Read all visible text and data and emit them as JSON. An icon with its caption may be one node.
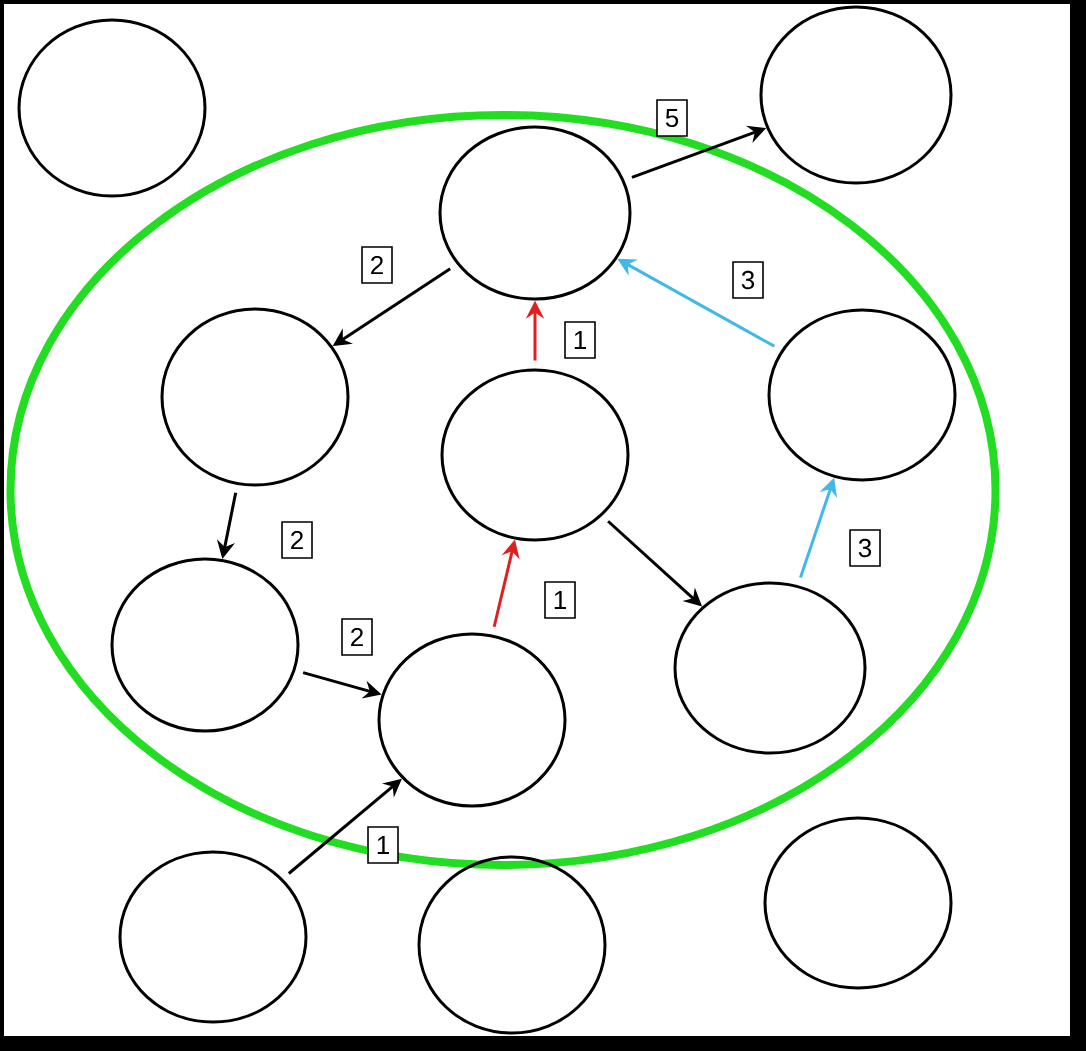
{
  "diagram": {
    "nodes": [
      {
        "text": [],
        "shape": "ellipse"
      },
      {
        "text": [],
        "shape": "circle"
      },
      {
        "text": [],
        "shape": "circle"
      },
      {
        "text": [],
        "shape": "circle",
        "in": 0
      },
      {
        "text": [],
        "shape": "circle",
        "in": 0
      },
      {
        "text": [],
        "shape": "circle",
        "in": 0
      },
      {
        "text": [],
        "shape": "circle",
        "in": 0
      },
      {
        "text": [],
        "shape": "circle",
        "in": 0
      },
      {
        "text": [],
        "shape": "circle",
        "in": 0
      },
      {
        "text": [],
        "shape": "circle",
        "in": 0
      },
      {
        "text": [],
        "shape": "circle"
      },
      {
        "text": [],
        "shape": "circle"
      },
      {
        "text": [],
        "shape": "circle"
      }
    ],
    "edges": [
      {
        "from": 3,
        "to": 2,
        "arrow": "to",
        "label": "5"
      },
      {
        "from": 3,
        "to": 4,
        "arrow": "to",
        "label": "2"
      },
      {
        "from": 6,
        "to": 3,
        "arrow": "to",
        "label": "1",
        "color": "#e02020"
      },
      {
        "from": 5,
        "to": 3,
        "arrow": "to",
        "label": "3",
        "color": "#40b8e8"
      },
      {
        "from": 4,
        "to": 7,
        "arrow": "to",
        "label": "2"
      },
      {
        "from": 9,
        "to": 6,
        "arrow": "to",
        "label": "1",
        "color": "#e02020"
      },
      {
        "from": 6,
        "to": 8,
        "arrow": "to"
      },
      {
        "from": 8,
        "to": 5,
        "arrow": "to",
        "label": "3",
        "color": "#40b8e8"
      },
      {
        "from": 7,
        "to": 9,
        "arrow": "to",
        "label": "2"
      },
      {
        "from": 11,
        "to": 9,
        "arrow": "to",
        "label": "1"
      }
    ]
  }
}
